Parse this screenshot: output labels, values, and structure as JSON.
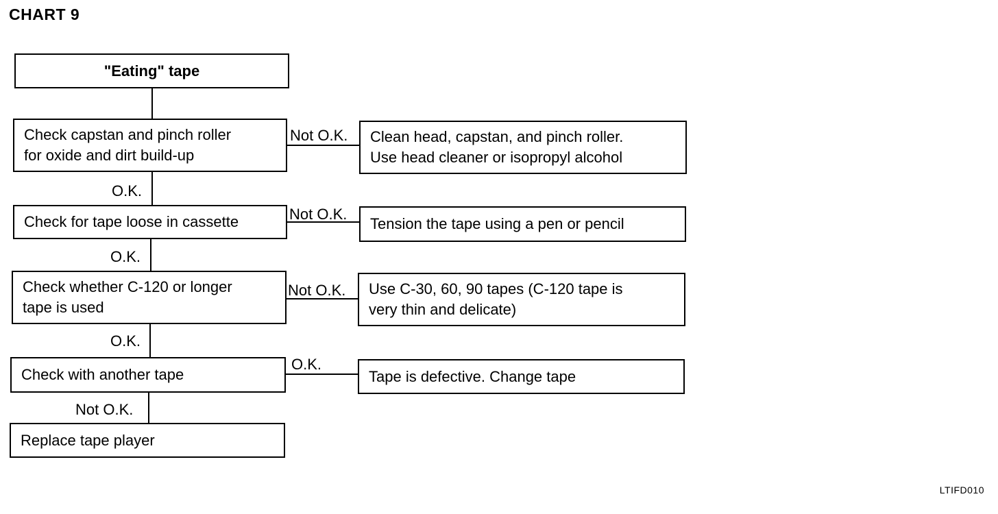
{
  "chart": {
    "title": "CHART 9",
    "code": "LTIFD010"
  },
  "steps": {
    "start": "\"Eating\" tape",
    "check1": "Check capstan and pinch roller\nfor oxide and dirt build-up",
    "fix1": "Clean head, capstan, and pinch roller.\nUse head cleaner or isopropyl alcohol",
    "check2": "Check for tape loose in cassette",
    "fix2": "Tension the tape using a pen or pencil",
    "check3": "Check whether C-120 or longer\ntape is used",
    "fix3": "Use C-30, 60, 90 tapes (C-120 tape is\n very thin and delicate)",
    "check4": "Check with another tape",
    "fix4": "Tape is defective. Change tape",
    "final": "Replace tape player"
  },
  "labels": {
    "c1_side": "Not O.K.",
    "c1_down": "O.K.",
    "c2_side": "Not O.K.",
    "c2_down": "O.K.",
    "c3_side": "Not O.K.",
    "c3_down": "O.K.",
    "c4_side": "O.K.",
    "c4_down": "Not O.K."
  }
}
